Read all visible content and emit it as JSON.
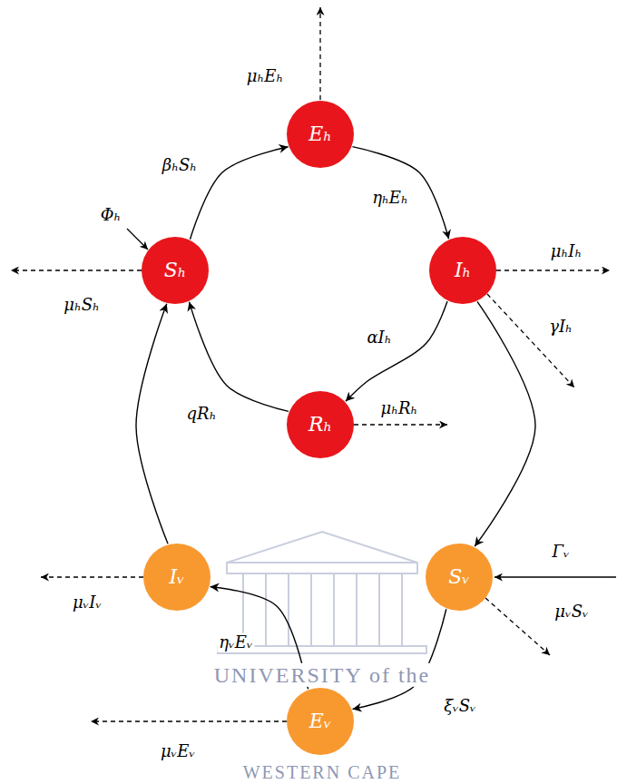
{
  "diagram": {
    "nodes": [
      {
        "text": [
          "Eₕ"
        ]
      },
      {
        "text": [
          "Sₕ"
        ]
      },
      {
        "text": [
          "Iₕ"
        ]
      },
      {
        "text": [
          "Rₕ"
        ]
      },
      {
        "text": [
          "Iᵥ"
        ]
      },
      {
        "text": [
          "Sᵥ"
        ]
      },
      {
        "text": [
          "Eᵥ"
        ]
      }
    ],
    "edges": [
      {
        "from": 1,
        "to": 0,
        "arrow": "to",
        "label": "βₕSₕ"
      },
      {
        "from": 0,
        "to": 2,
        "arrow": "to",
        "label": "ηₕEₕ"
      },
      {
        "from": 2,
        "to": 3,
        "arrow": "to",
        "label": "αIₕ"
      },
      {
        "from": 3,
        "to": 1,
        "arrow": "to",
        "label": "qRₕ"
      },
      {
        "from": 2,
        "to": 5,
        "arrow": "to"
      },
      {
        "from": 5,
        "to": 6,
        "arrow": "to",
        "label": "ξᵥSᵥ"
      },
      {
        "from": 6,
        "to": 4,
        "arrow": "to",
        "label": "ηᵥEᵥ"
      },
      {
        "from": 4,
        "to": 1,
        "arrow": "to"
      }
    ],
    "labels": [
      "μₕEₕ",
      "Φₕ",
      "μₕSₕ",
      "μₕIₕ",
      "γIₕ",
      "μₕRₕ",
      "Γᵥ",
      "μᵥIᵥ",
      "μᵥSᵥ",
      "μᵥEᵥ",
      "UNIVERSITY of the",
      "WESTERN CAPE"
    ]
  }
}
